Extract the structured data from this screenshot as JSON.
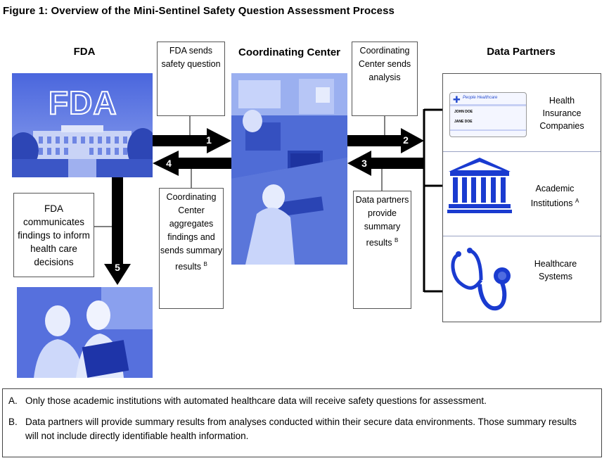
{
  "title": "Figure 1: Overview of the Mini-Sentinel Safety Question Assessment Process",
  "columns": {
    "fda": "FDA",
    "coordinating_center": "Coordinating Center",
    "data_partners": "Data Partners"
  },
  "fda_logo_text": "FDA",
  "steps": {
    "s1": "FDA sends safety question",
    "s2": "Coordinating Center sends analysis",
    "s3": "Data partners provide summary results",
    "s3_sup": "B",
    "s4": "Coordinating Center aggregates findings and sends summary results",
    "s4_sup": "B",
    "s5": "FDA communicates findings to inform health care decisions"
  },
  "step_numbers": [
    "1",
    "2",
    "3",
    "4",
    "5"
  ],
  "partners": [
    {
      "label": "Health Insurance Companies",
      "sup": ""
    },
    {
      "label": "Academic Institutions",
      "sup": "A"
    },
    {
      "label": "Healthcare Systems",
      "sup": ""
    }
  ],
  "card": {
    "brand": "People Healthcare",
    "member_label": "JOHN DOE",
    "dep_label": "JANE DOE"
  },
  "notes": [
    {
      "letter": "A.",
      "text": "Only those academic institutions with automated healthcare data will receive safety questions for assessment."
    },
    {
      "letter": "B.",
      "text": "Data partners will provide summary results from analyses conducted within their secure data environments.  Those summary results will not include directly identifiable health information."
    }
  ],
  "colors": {
    "photo_blue": "#3a55c8",
    "icon_blue": "#1a3bd0",
    "arrow": "#000000"
  }
}
